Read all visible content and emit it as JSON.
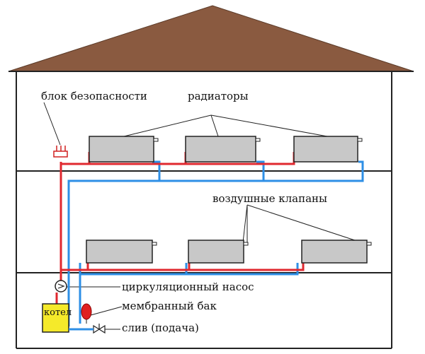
{
  "labels": {
    "safety_block": "блок безопасности",
    "radiators": "радиаторы",
    "air_valves": "воздушные клапаны",
    "pump": "циркуляционный насос",
    "expansion_tank": "мембранный бак",
    "drain": "слив (подача)",
    "boiler": "котел"
  },
  "colors": {
    "roof": "#8a5a40",
    "wall": "#222222",
    "supply_pipe": "#e0282f",
    "return_pipe": "#2e8fe6",
    "radiator": "#c8c8c8",
    "boiler": "#f5ea2a",
    "tank": "#e02020"
  }
}
